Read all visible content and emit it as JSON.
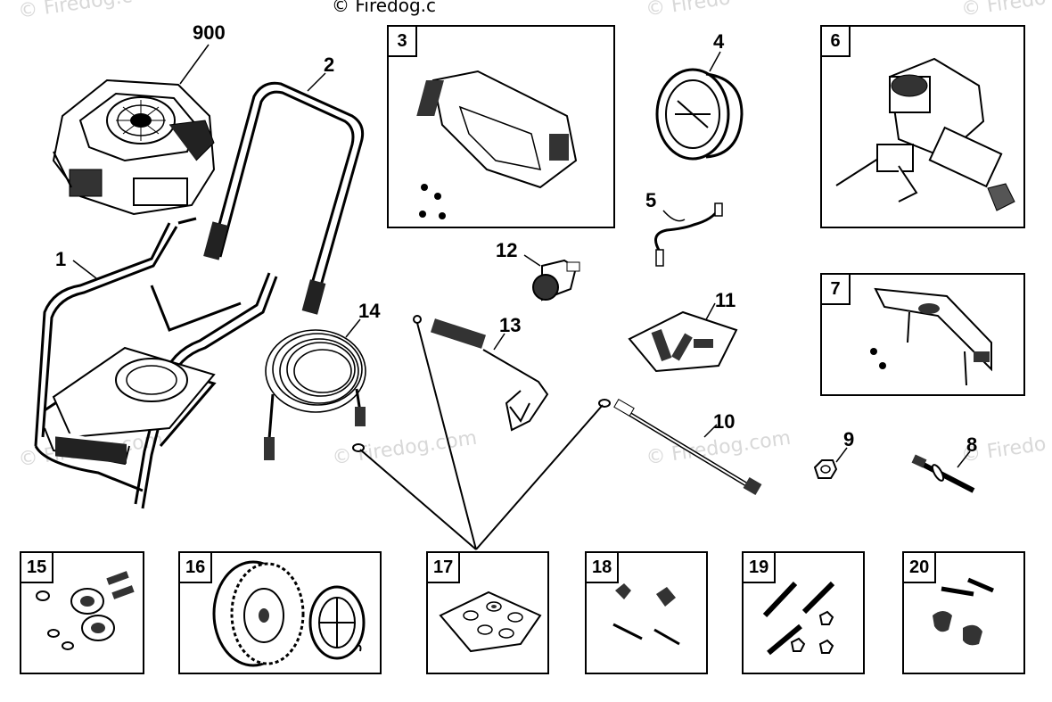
{
  "watermarks": {
    "top_center": "© Firedog.c",
    "items": [
      "© Firedog.c",
      "© Firedo",
      "© Firedog.com",
      "© Firedog.com",
      "© Firedog.com",
      "© Firedo",
      "© Firedo"
    ]
  },
  "callouts": {
    "engine": "900",
    "frame": "1",
    "handle": "2",
    "panel": "3",
    "cup": "4",
    "cable": "5",
    "pump": "6",
    "bracket": "7",
    "axle_bolt": "8",
    "nut": "9",
    "wand": "10",
    "nozzle_bag": "11",
    "nozzle": "12",
    "gun": "13",
    "hose": "14"
  },
  "boxes": {
    "b3": "3",
    "b6": "6",
    "b7": "7",
    "b15": "15",
    "b16": "16",
    "b17": "17",
    "b18": "18",
    "b19": "19",
    "b20": "20"
  }
}
